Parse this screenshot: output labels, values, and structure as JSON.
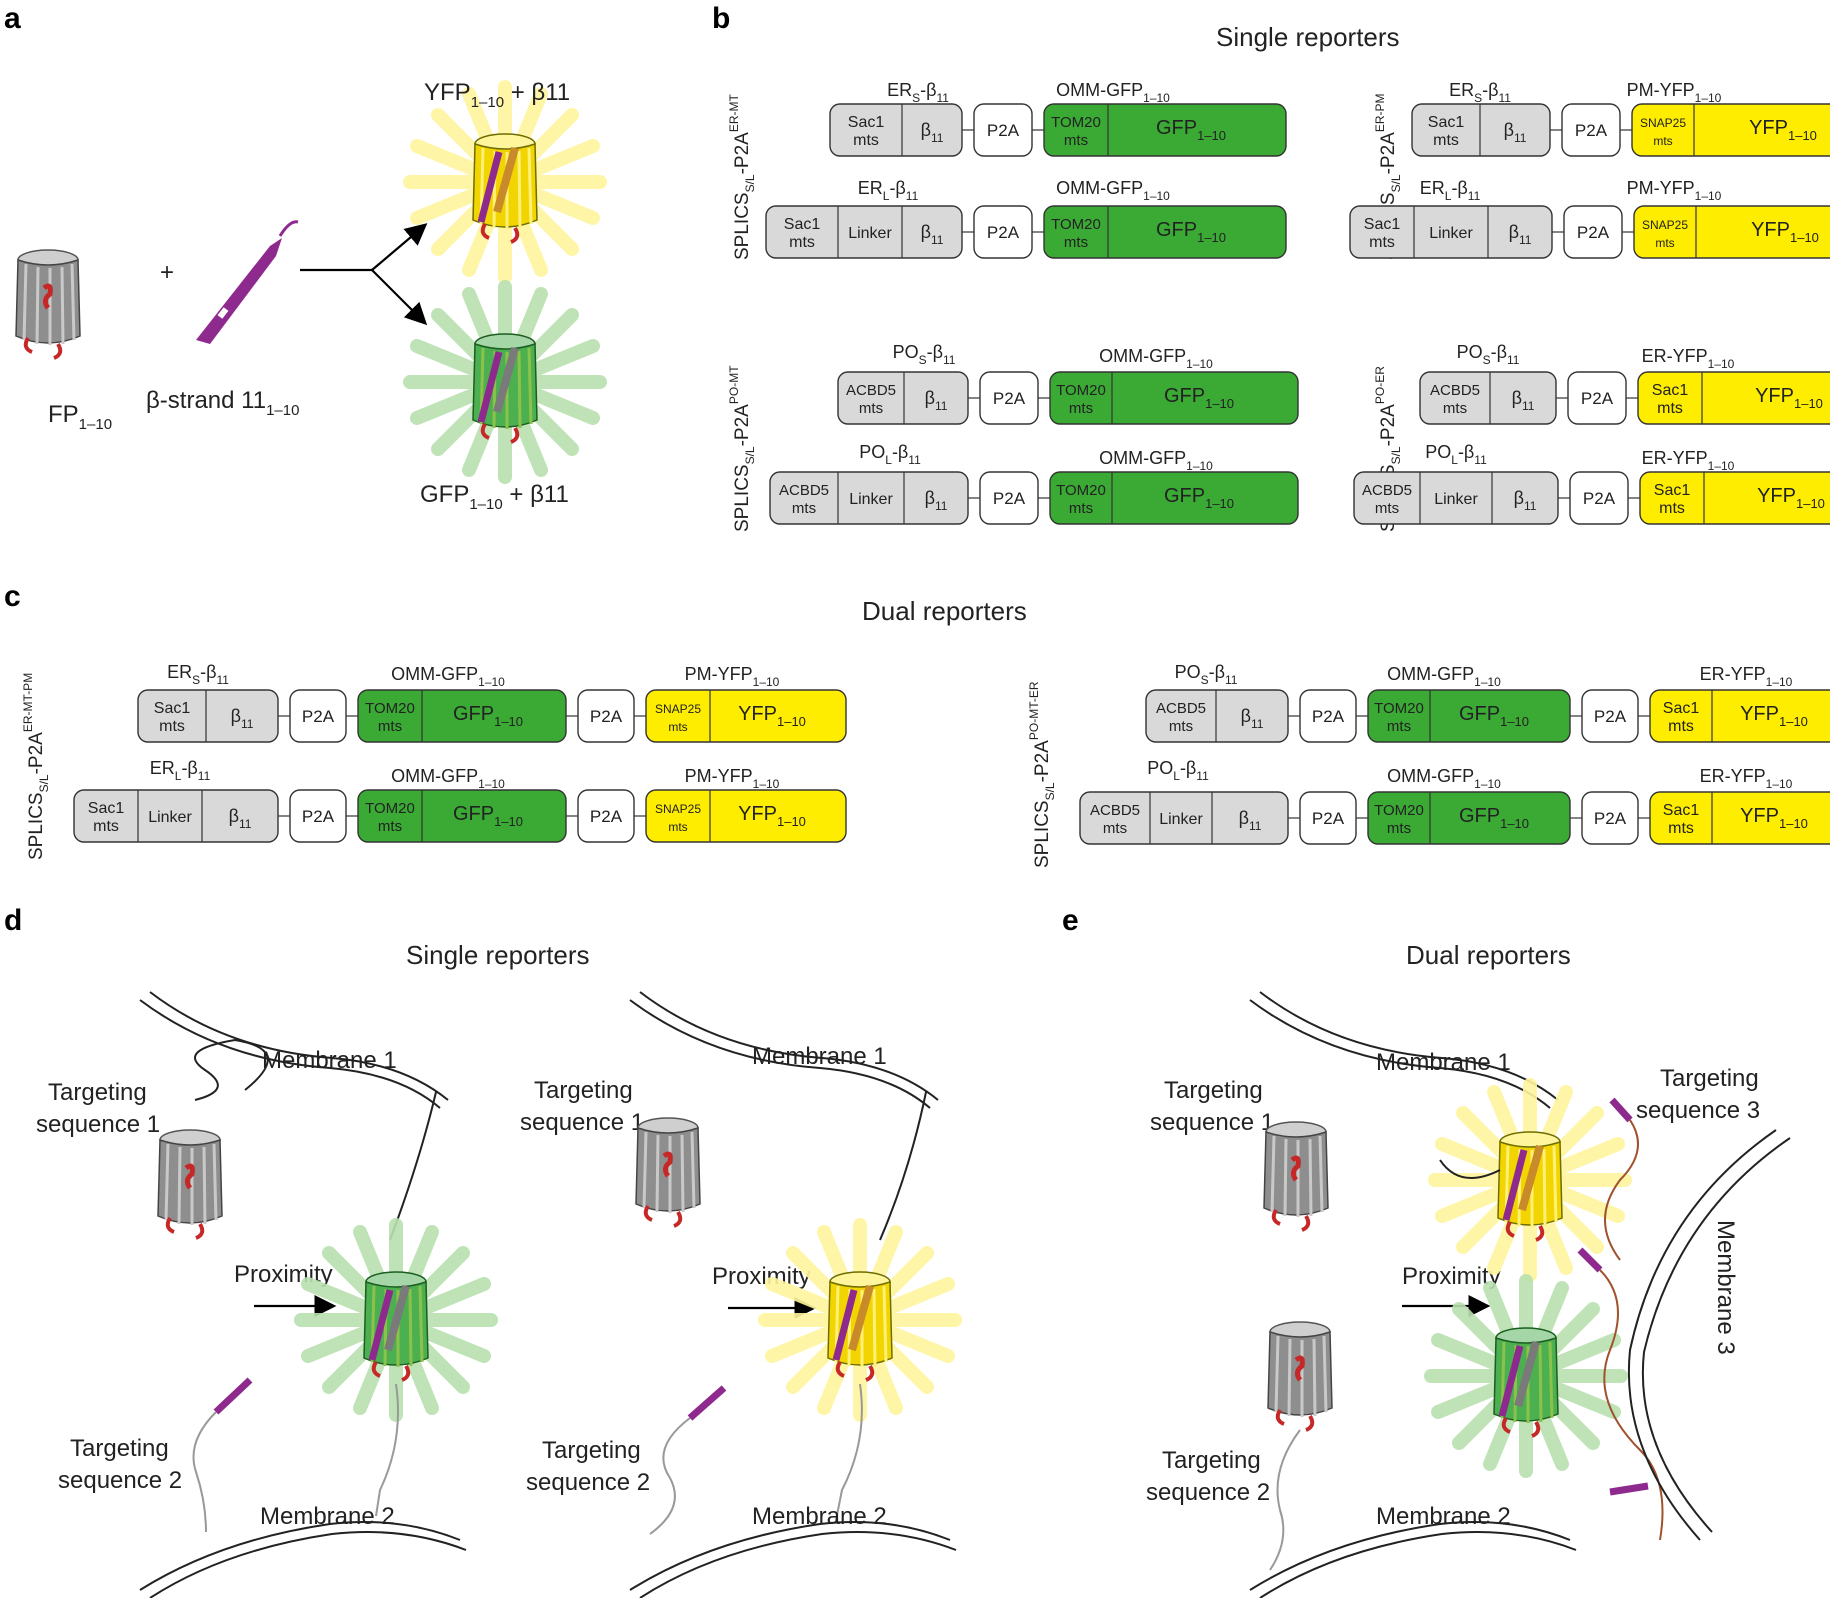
{
  "panels": {
    "a": {
      "letter": "a",
      "fp_label": "FP",
      "fp_sub": "1–10",
      "beta_label": "β-strand 11",
      "beta_sub": "1–10",
      "plus": "+",
      "yfp_top_a": "YFP",
      "yfp_top_sub": "1–10",
      "yfp_top_b": " + β11",
      "gfp_bot_a": "GFP",
      "gfp_bot_sub": "1–10",
      "gfp_bot_b": " + β11"
    },
    "b": {
      "letter": "b",
      "title": "Single reporters"
    },
    "c": {
      "letter": "c",
      "title": "Dual reporters"
    },
    "d": {
      "letter": "d",
      "title": "Single reporters"
    },
    "e": {
      "letter": "e",
      "title": "Dual reporters"
    }
  },
  "construct_names": {
    "er_mt": {
      "main": "SPLICS",
      "sub": "S/L",
      "mid": "-P2A",
      "sup": "ER-MT"
    },
    "er_pm": {
      "main": "SPLICS",
      "sub": "S/L",
      "mid": "-P2A",
      "sup": "ER-PM"
    },
    "po_mt": {
      "main": "SPLICS",
      "sub": "S/L",
      "mid": "-P2A",
      "sup": "PO-MT"
    },
    "po_er": {
      "main": "SPLICS",
      "sub": "S/L",
      "mid": "-P2A",
      "sup": "PO-ER"
    },
    "er_mt_pm": {
      "main": "SPLICS",
      "sub": "S/L",
      "mid": "-P2A",
      "sup": "ER-MT-PM"
    },
    "po_mt_er": {
      "main": "SPLICS",
      "sub": "S/L",
      "mid": "-P2A",
      "sup": "PO-MT-ER"
    }
  },
  "block_text": {
    "sac1": [
      "Sac1",
      "mts"
    ],
    "acbd5": [
      "ACBD5",
      "mts"
    ],
    "tom20": [
      "TOM20",
      "mts"
    ],
    "snap25": [
      "SNAP25",
      "mts"
    ],
    "linker": "Linker",
    "beta": "β",
    "beta_sub": "11",
    "p2a": "P2A",
    "gfp": "GFP",
    "yfp": "YFP",
    "fp_sub": "1–10"
  },
  "header_text": {
    "ers": {
      "a": "ER",
      "s": "S",
      "b": "-β",
      "t": "11"
    },
    "erl": {
      "a": "ER",
      "s": "L",
      "b": "-β",
      "t": "11"
    },
    "pos": {
      "a": "PO",
      "s": "S",
      "b": "-β",
      "t": "11"
    },
    "pol": {
      "a": "PO",
      "s": "L",
      "b": "-β",
      "t": "11"
    },
    "omm": {
      "a": "OMM-GFP",
      "t": "1–10"
    },
    "pm": {
      "a": "PM-YFP",
      "t": "1–10"
    },
    "er": {
      "a": "ER-YFP",
      "t": "1–10"
    }
  },
  "scene_text": {
    "membrane1": "Membrane 1",
    "membrane2": "Membrane 2",
    "membrane3": "Membrane 3",
    "ts1": [
      "Targeting",
      "sequence 1"
    ],
    "ts2": [
      "Targeting",
      "sequence 2"
    ],
    "ts3": [
      "Targeting",
      "sequence 3"
    ],
    "proximity": "Proximity"
  },
  "colors": {
    "gfp": "#3aaa35",
    "yfp": "#ffed00",
    "grey": "#d9d9d9",
    "strand": "#8e2a8e",
    "barrel": "#8a8a8a",
    "red": "#c62828"
  }
}
